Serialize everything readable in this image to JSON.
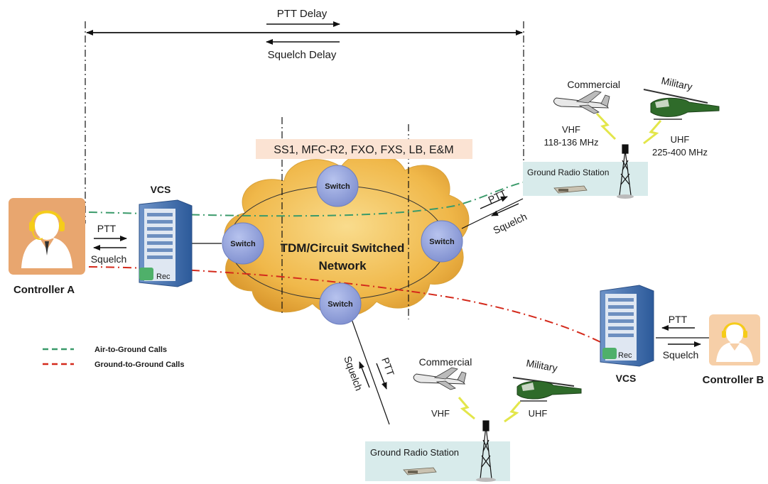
{
  "delays": {
    "ptt": "PTT Delay",
    "squelch": "Squelch Delay"
  },
  "protocols": "SS1, MFC-R2, FXO, FXS, LB, E&M",
  "network": {
    "line1": "TDM/Circuit Switched",
    "line2": "Network",
    "switch_label": "Switch"
  },
  "controller_a": {
    "label": "Controller A",
    "ptt": "PTT",
    "squelch": "Squelch"
  },
  "vcs_a": {
    "label": "VCS",
    "rec": "Rec"
  },
  "controller_b": {
    "label": "Controller B",
    "ptt": "PTT",
    "squelch": "Squelch"
  },
  "vcs_b": {
    "label": "VCS",
    "rec": "Rec"
  },
  "station_top": {
    "label": "Ground Radio Station",
    "commercial": "Commercial",
    "military": "Military",
    "vhf": "VHF",
    "vhf_range": "118-136 MHz",
    "uhf": "UHF",
    "uhf_range": "225-400 MHz",
    "ptt": "PTT",
    "squelch": "Squelch"
  },
  "station_bottom": {
    "label": "Ground Radio Station",
    "commercial": "Commercial",
    "military": "Military",
    "vhf": "VHF",
    "uhf": "UHF",
    "ptt": "PTT",
    "squelch": "Squelch"
  },
  "legend": [
    {
      "label": "Air-to-Ground  Calls",
      "color": "#3a9a6a"
    },
    {
      "label": "Ground-to-Ground  Calls",
      "color": "#d42a1c"
    }
  ],
  "colors": {
    "cloud": "#f3c25e",
    "switch": "#8f9fd6",
    "station_bg": "#d8ebeb",
    "controller_bg": "#e8a66f",
    "headset": "#f5cc1a",
    "lightning": "#e3e64a"
  }
}
